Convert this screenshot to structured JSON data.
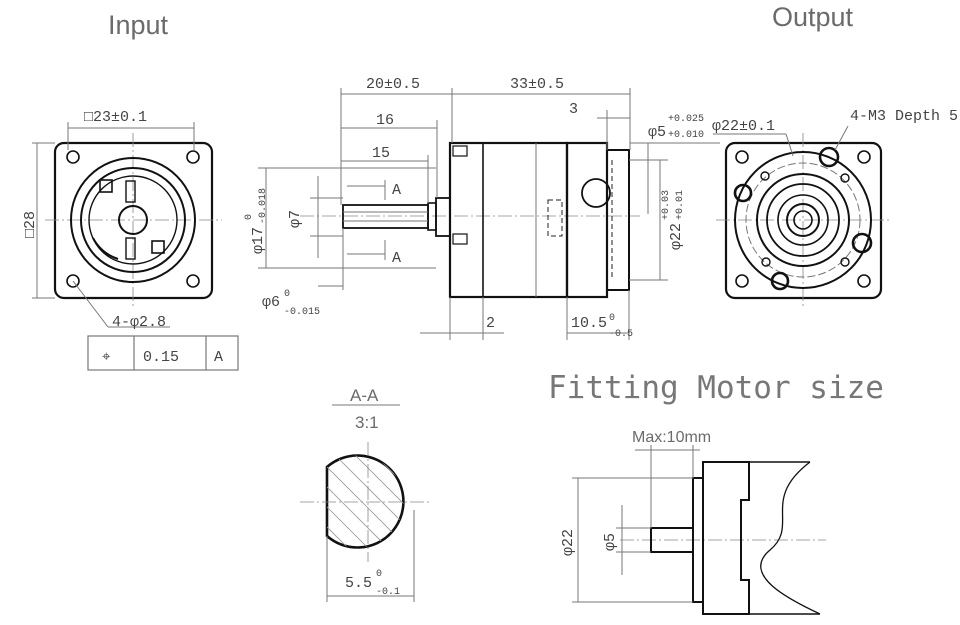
{
  "titles": {
    "input": "Input",
    "output": "Output",
    "fitting": "Fitting Motor size"
  },
  "input_view": {
    "square": "□23±0.1",
    "side": "□28",
    "holes": "4-φ2.8",
    "tol_symbol": "⌖",
    "tol_value": "0.15",
    "tol_datum": "A"
  },
  "side_view": {
    "d_20": "20±0.5",
    "d_33": "33±0.5",
    "d_16": "16",
    "d_15": "15",
    "d_3": "3",
    "d_5": "φ5",
    "d_5_up": "+0.025",
    "d_5_lo": "+0.010",
    "d_17": "φ17",
    "d_17_up": "0",
    "d_17_lo": "-0.018",
    "d_7": "φ7",
    "d_6": "φ6",
    "d_6_up": "0",
    "d_6_lo": "-0.015",
    "d_22": "φ22",
    "d_22_up": "+0.03",
    "d_22_lo": "+0.01",
    "d_2": "2",
    "d_105": "10.5",
    "d_105_up": "0",
    "d_105_lo": "-0.5",
    "section_mark": "A"
  },
  "output_view": {
    "d_22": "φ22±0.1",
    "thread": "4-M3 Depth 5"
  },
  "section": {
    "title": "A-A",
    "scale": "3:1",
    "width": "5.5",
    "width_up": "0",
    "width_lo": "-0.1"
  },
  "motor": {
    "max": "Max:10mm",
    "d_22": "φ22",
    "d_5": "φ5"
  }
}
